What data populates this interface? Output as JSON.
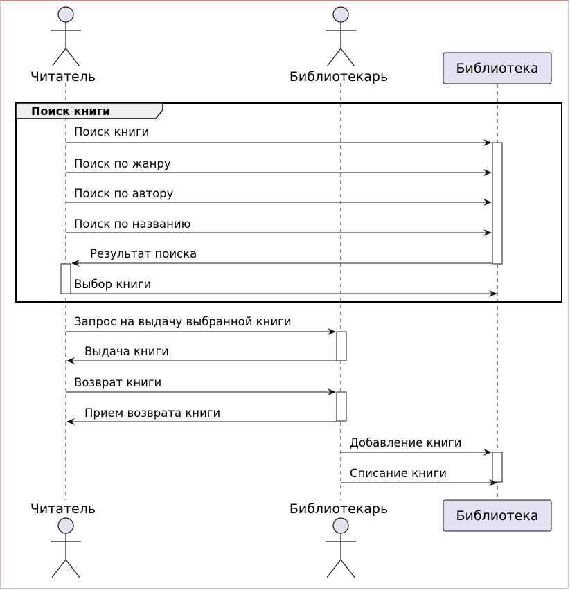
{
  "participants": {
    "reader": "Читатель",
    "librarian": "Библиотекарь",
    "library": "Библиотека"
  },
  "group": {
    "label": "Поиск книги"
  },
  "messages": [
    {
      "from": "reader",
      "to": "library",
      "text": "Поиск книги"
    },
    {
      "from": "reader",
      "to": "library",
      "text": "Поиск по жанру"
    },
    {
      "from": "reader",
      "to": "library",
      "text": "Поиск по автору"
    },
    {
      "from": "reader",
      "to": "library",
      "text": "Поиск по названию"
    },
    {
      "from": "library",
      "to": "reader",
      "text": "Результат поиска"
    },
    {
      "from": "reader",
      "to": "library",
      "text": "Выбор книги"
    },
    {
      "from": "reader",
      "to": "librarian",
      "text": "Запрос на выдачу выбранной книги"
    },
    {
      "from": "librarian",
      "to": "reader",
      "text": "Выдача книги"
    },
    {
      "from": "reader",
      "to": "librarian",
      "text": "Возврат книги"
    },
    {
      "from": "librarian",
      "to": "reader",
      "text": "Прием возврата книги"
    },
    {
      "from": "librarian",
      "to": "library",
      "text": "Добавление книги"
    },
    {
      "from": "librarian",
      "to": "library",
      "text": "Списание книги"
    }
  ],
  "colors": {
    "actor_fill": "#e2e2f0",
    "box_fill": "#e2e2f0",
    "box_stroke": "#181818",
    "line": "#181818",
    "frame_top": "#c98e8e"
  }
}
